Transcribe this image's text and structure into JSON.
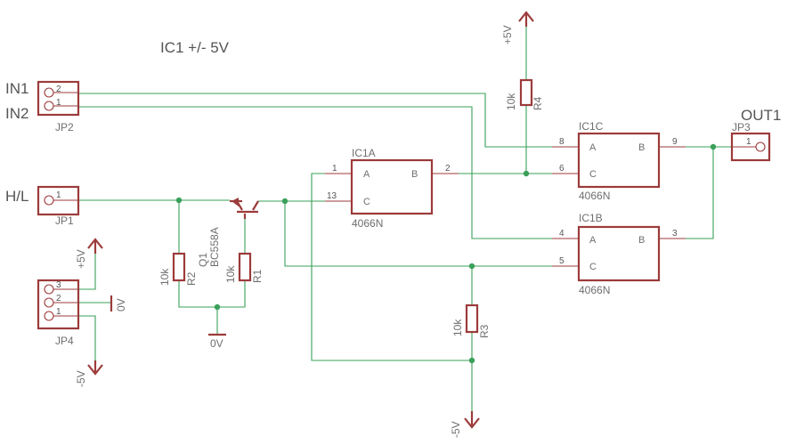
{
  "title": "IC1 +/- 5V",
  "ports": {
    "in1": "IN1",
    "in2": "IN2",
    "hl": "H/L",
    "out1": "OUT1"
  },
  "connectors": {
    "jp1": "JP1",
    "jp2": "JP2",
    "jp3": "JP3",
    "jp4": "JP4",
    "jp2_pins": [
      "2",
      "1"
    ],
    "jp1_pins": [
      "1"
    ],
    "jp3_pins": [
      "1"
    ],
    "jp4_pins": [
      "3",
      "2",
      "1"
    ]
  },
  "chips": {
    "ic1a": {
      "name": "IC1A",
      "part": "4066N",
      "a": "A",
      "b": "B",
      "c": "C",
      "pin_a": "1",
      "pin_b": "2",
      "pin_c": "13"
    },
    "ic1b": {
      "name": "IC1B",
      "part": "4066N",
      "a": "A",
      "b": "B",
      "c": "C",
      "pin_a": "4",
      "pin_b": "3",
      "pin_c": "5"
    },
    "ic1c": {
      "name": "IC1C",
      "part": "4066N",
      "a": "A",
      "b": "B",
      "c": "C",
      "pin_a": "8",
      "pin_b": "9",
      "pin_c": "6"
    }
  },
  "resistors": {
    "r1": {
      "name": "R1",
      "value": "10k"
    },
    "r2": {
      "name": "R2",
      "value": "10k"
    },
    "r3": {
      "name": "R3",
      "value": "10k"
    },
    "r4": {
      "name": "R4",
      "value": "10k"
    }
  },
  "transistor": {
    "name": "Q1",
    "part": "BC558A"
  },
  "supplies": {
    "top_plus": "+5V",
    "jp4_plus": "+5V",
    "jp4_zero": "0V",
    "jp4_minus": "-5V",
    "gnd": "0V",
    "bottom_minus": "-5V"
  },
  "colors": {
    "wire": "#3aa05a",
    "part": "#9c3b3b",
    "text": "#6f6f6f"
  }
}
